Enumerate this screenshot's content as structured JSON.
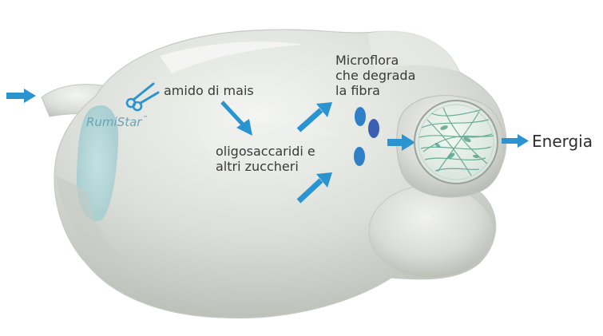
{
  "labels": {
    "input_starch": "amido di mais",
    "sugars_line1": "oligosaccaridi e",
    "sugars_line2": "altri zuccheri",
    "microflora_line1": "Microflora",
    "microflora_line2": "che degrada",
    "microflora_line3": "la fibra",
    "output": "Energia"
  },
  "brand": {
    "name": "RumiStar",
    "trademark": "™"
  },
  "colors": {
    "arrow": "#2a94d0",
    "organ_fill": "#d8dcd6",
    "organ_shadow": "#b9beb8",
    "organ_highlight": "#f3f4f1",
    "inner_teal": "#a9d3d6",
    "microbe_blue": "#2f7fc8",
    "microbe_dark": "#3b5fb0",
    "fiber_green": "#5ba58f"
  },
  "icons": {
    "scissors": "scissors-icon",
    "magnifier": "magnified-fiber-icon"
  }
}
